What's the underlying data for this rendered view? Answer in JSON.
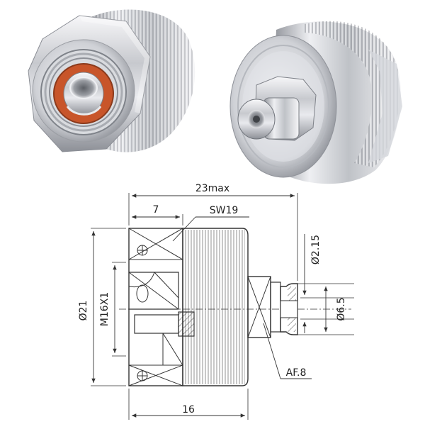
{
  "photos": {
    "left": "connector-front-photo",
    "right": "connector-rear-photo",
    "colors": {
      "silver_light": "#f2f2f4",
      "silver_mid": "#b9bcc2",
      "silver_dark": "#6f737a",
      "insulator": "#c8552a"
    }
  },
  "drawing": {
    "overall_length": "23max",
    "nut_width": "7",
    "hex_size": "SW19",
    "pin_diameter": "Ø2.15",
    "outer_diameter": "Ø21",
    "thread": "M16X1",
    "rear_diameter": "Ø6.5",
    "flat_size": "AF.8",
    "body_length": "16",
    "line_color": "#333333"
  }
}
